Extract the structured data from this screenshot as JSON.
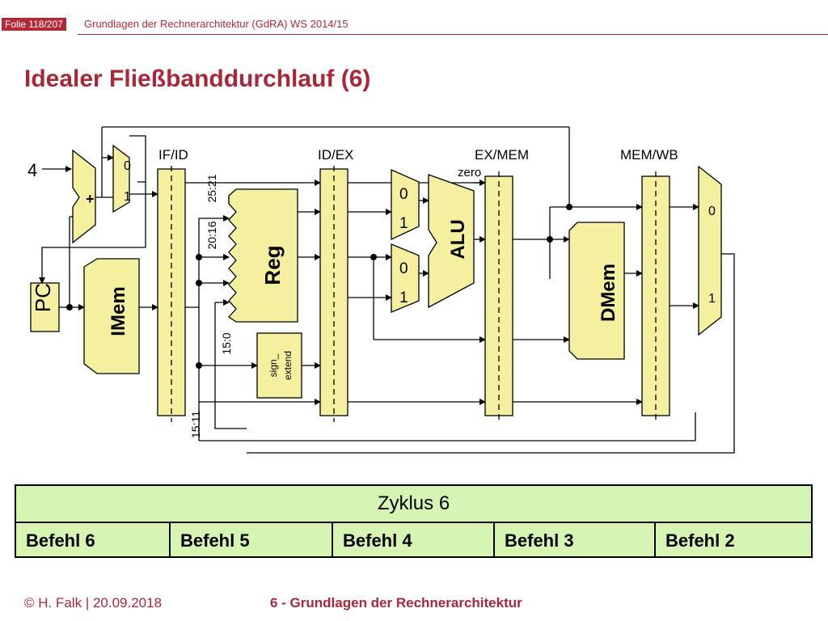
{
  "header": {
    "folie": "Folie 118/207",
    "course": "Grundlagen der Rechnerarchitektur (GdRA) WS 2014/15"
  },
  "title": "Idealer Fließbanddurchlauf (6)",
  "diagram": {
    "const_four": "4",
    "adder": "+",
    "mux_labels": [
      "0",
      "1"
    ],
    "pipeline_registers": [
      "IF/ID",
      "ID/EX",
      "EX/MEM",
      "MEM/WB"
    ],
    "pc": "PC",
    "imem": "IMem",
    "reg": "Reg",
    "alu": "ALU",
    "zero": "zero",
    "dmem": "DMem",
    "sign_extend": [
      "sign_",
      "extend"
    ],
    "bit_fields": [
      "25:21",
      "20:16",
      "15:0",
      "15:11"
    ]
  },
  "table": {
    "cycle": "Zyklus 6",
    "columns": [
      "Befehl 6",
      "Befehl 5",
      "Befehl 4",
      "Befehl 3",
      "Befehl 2"
    ]
  },
  "footer": {
    "author": "© H. Falk | 20.09.2018",
    "chapter": "6 - Grundlagen der Rechnerarchitektur"
  },
  "colors": {
    "accent": "#a82838",
    "unit_fill": "#f5f0a0",
    "table_fill": "#d6f5b2"
  }
}
